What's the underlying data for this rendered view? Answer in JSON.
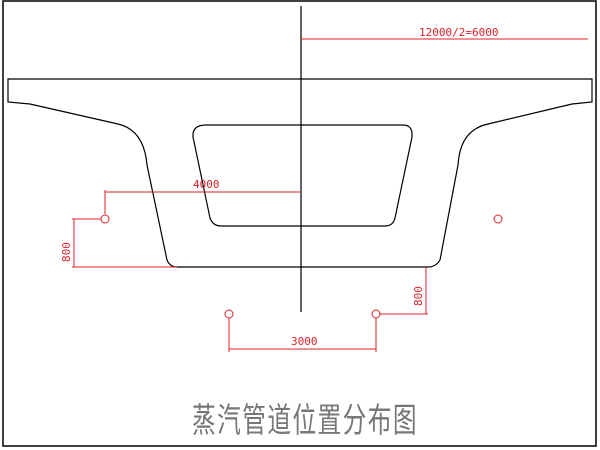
{
  "dimensions": {
    "half_width": "12000/2=6000",
    "pipe_offset_upper": "4000",
    "vertical_upper": "800",
    "vertical_lower": "800",
    "pipe_spacing_lower": "3000"
  },
  "title": "蒸汽管道位置分布图",
  "colors": {
    "outline": "#000000",
    "dimension": "#e0202a",
    "title": "#777777",
    "frame": "#000000"
  }
}
